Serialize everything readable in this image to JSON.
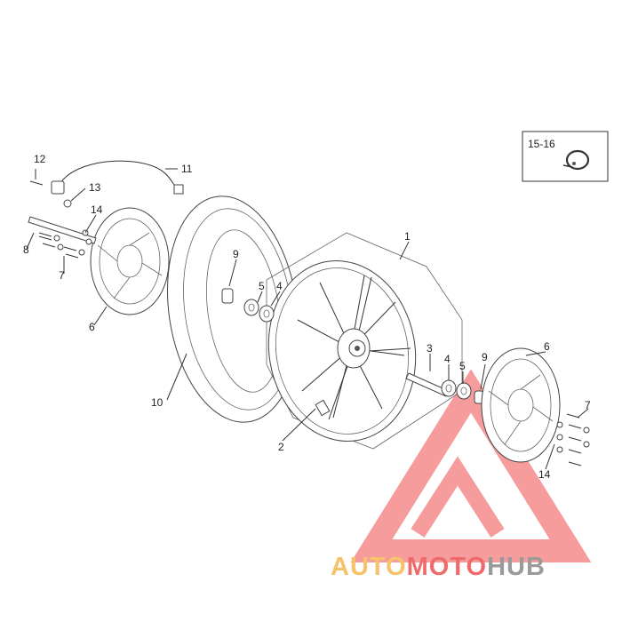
{
  "callouts": {
    "c1": "1",
    "c2": "2",
    "c3": "3",
    "c4a": "4",
    "c4b": "4",
    "c5a": "5",
    "c5b": "5",
    "c6a": "6",
    "c6b": "6",
    "c7a": "7",
    "c7b": "7",
    "c8": "8",
    "c9a": "9",
    "c9b": "9",
    "c10": "10",
    "c11": "11",
    "c12": "12",
    "c13": "13",
    "c14a": "14",
    "c14b": "14"
  },
  "inset": {
    "label": "15-16"
  },
  "watermark": {
    "part1": "AUTO",
    "part2": "MOTO",
    "part3": "HUB",
    "colors": {
      "part1": "#f6c36b",
      "part2": "#ef6b6b",
      "part3": "#9a9a9a",
      "mark": "#ef4a4a"
    }
  }
}
